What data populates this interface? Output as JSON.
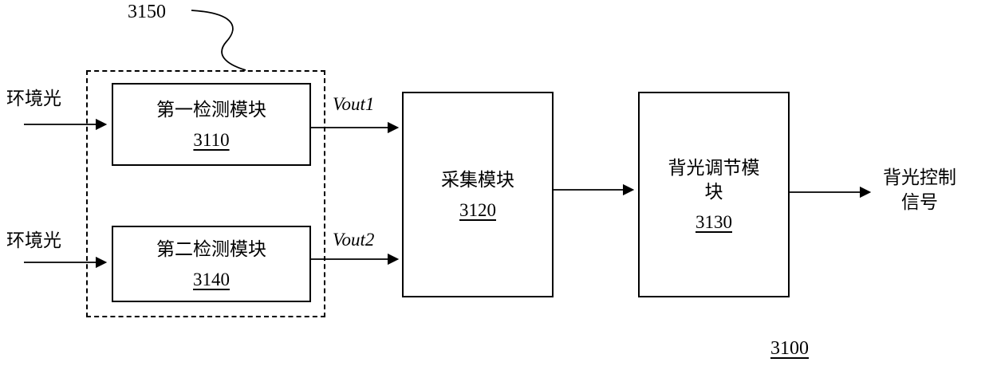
{
  "diagram": {
    "group_ref": "3150",
    "figure_ref": "3100",
    "inputs": {
      "ambient_light_top": "环境光",
      "ambient_light_bottom": "环境光"
    },
    "signals": {
      "vout1": "Vout1",
      "vout2": "Vout2",
      "output": "背光控制信号"
    },
    "blocks": {
      "first_detection": {
        "title": "第一检测模块",
        "ref": "3110"
      },
      "second_detection": {
        "title": "第二检测模块",
        "ref": "3140"
      },
      "collection": {
        "title": "采集模块",
        "ref": "3120"
      },
      "backlight_adjustment": {
        "title": "背光调节模块",
        "ref": "3130"
      }
    }
  }
}
